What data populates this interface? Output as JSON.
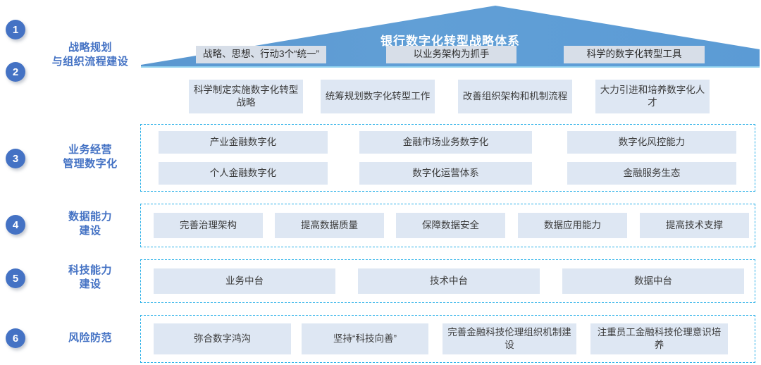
{
  "diagram": {
    "title": "银行数字化转型战略体系",
    "colors": {
      "accent_blue": "#4472C4",
      "roof_blue": "#5B9BD5",
      "box_fill": "#DEE7F3",
      "roof_box_fill": "#D7DEE8",
      "dash_border": "#2BB0E8",
      "baseline": "#8FD0EE"
    }
  },
  "markers": [
    {
      "number": "1"
    },
    {
      "number": "2"
    },
    {
      "number": "3"
    },
    {
      "number": "4"
    },
    {
      "number": "5"
    },
    {
      "number": "6"
    }
  ],
  "row_labels": {
    "strategy": "战略规划\n与组织流程建设",
    "strategy_line1": "战略规划",
    "strategy_line2": "与组织流程建设",
    "business_line1": "业务经营",
    "business_line2": "管理数字化",
    "data_line1": "数据能力",
    "data_line2": "建设",
    "tech_line1": "科技能力",
    "tech_line2": "建设",
    "risk": "风险防范"
  },
  "roof_boxes": [
    {
      "label": "战略、思想、行动3个“统一”"
    },
    {
      "label": "以业务架构为抓手"
    },
    {
      "label": "科学的数字化转型工具"
    }
  ],
  "row2_boxes": [
    {
      "label": "科学制定实施数字化转型战略"
    },
    {
      "label": "统筹规划数字化转型工作"
    },
    {
      "label": "改善组织架构和机制流程"
    },
    {
      "label": "大力引进和培养数字化人才"
    }
  ],
  "row3_boxes": [
    {
      "label": "产业金融数字化"
    },
    {
      "label": "金融市场业务数字化"
    },
    {
      "label": "数字化风控能力"
    },
    {
      "label": "个人金融数字化"
    },
    {
      "label": "数字化运营体系"
    },
    {
      "label": "金融服务生态"
    }
  ],
  "row4_boxes": [
    {
      "label": "完善治理架构"
    },
    {
      "label": "提高数据质量"
    },
    {
      "label": "保障数据安全"
    },
    {
      "label": "数据应用能力"
    },
    {
      "label": "提高技术支撑"
    }
  ],
  "row5_boxes": [
    {
      "label": "业务中台"
    },
    {
      "label": "技术中台"
    },
    {
      "label": "数据中台"
    }
  ],
  "row6_boxes": [
    {
      "label": "弥合数字鸿沟"
    },
    {
      "label": "坚持“科技向善”"
    },
    {
      "label": "完善金融科技伦理组织机制建设"
    },
    {
      "label": "注重员工金融科技伦理意识培养"
    }
  ]
}
